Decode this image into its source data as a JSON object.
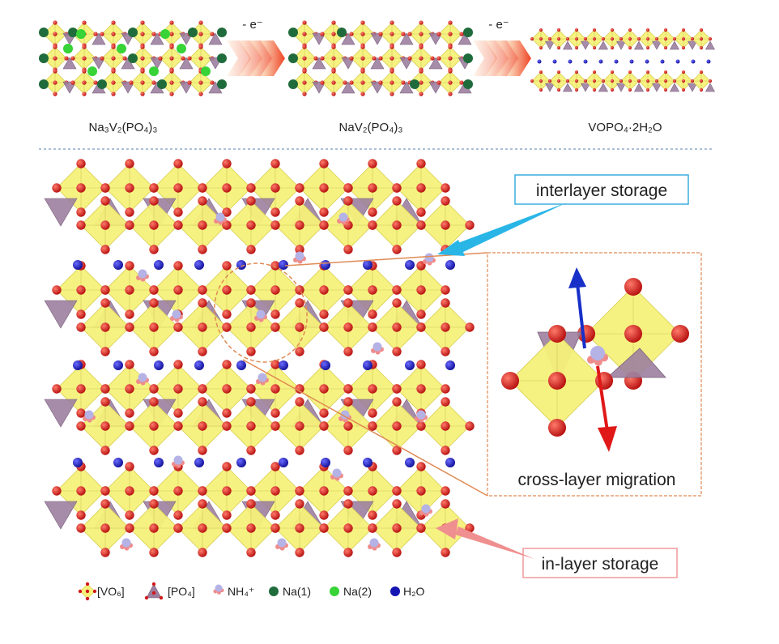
{
  "top_row": {
    "arrow_label": "- e⁻",
    "structures": [
      {
        "formula": "Na₃V₂(PO₄)₃"
      },
      {
        "formula": "NaV₂(PO₄)₃"
      },
      {
        "formula": "VOPO₄·2H₂O"
      }
    ]
  },
  "callouts": {
    "interlayer": "interlayer storage",
    "cross_layer": "cross-layer migration",
    "in_layer": "in-layer storage"
  },
  "legend": [
    {
      "label": "[VO₆]",
      "icon": "vo6-octahedron-icon"
    },
    {
      "label": "[PO₄]",
      "icon": "po4-tetrahedron-icon"
    },
    {
      "label": "NH₄⁺",
      "icon": "ammonium-icon"
    },
    {
      "label": "Na(1)",
      "icon": "na1-atom-icon"
    },
    {
      "label": "Na(2)",
      "icon": "na2-atom-icon"
    },
    {
      "label": "H₂O",
      "icon": "water-icon"
    }
  ],
  "colors": {
    "octahedron": "#f6f17a",
    "tetrahedron": "#9c7f9f",
    "oxygen": "#d11a1a",
    "na1": "#1f6b3c",
    "na2": "#37d337",
    "water": "#1515b4",
    "ammonium_n": "#b5b2e6",
    "ammonium_h": "#ee8c8c",
    "interlayer_box": "#3aaede",
    "cross_box": "#e08a55",
    "in_layer_box": "#ef9a9a"
  }
}
